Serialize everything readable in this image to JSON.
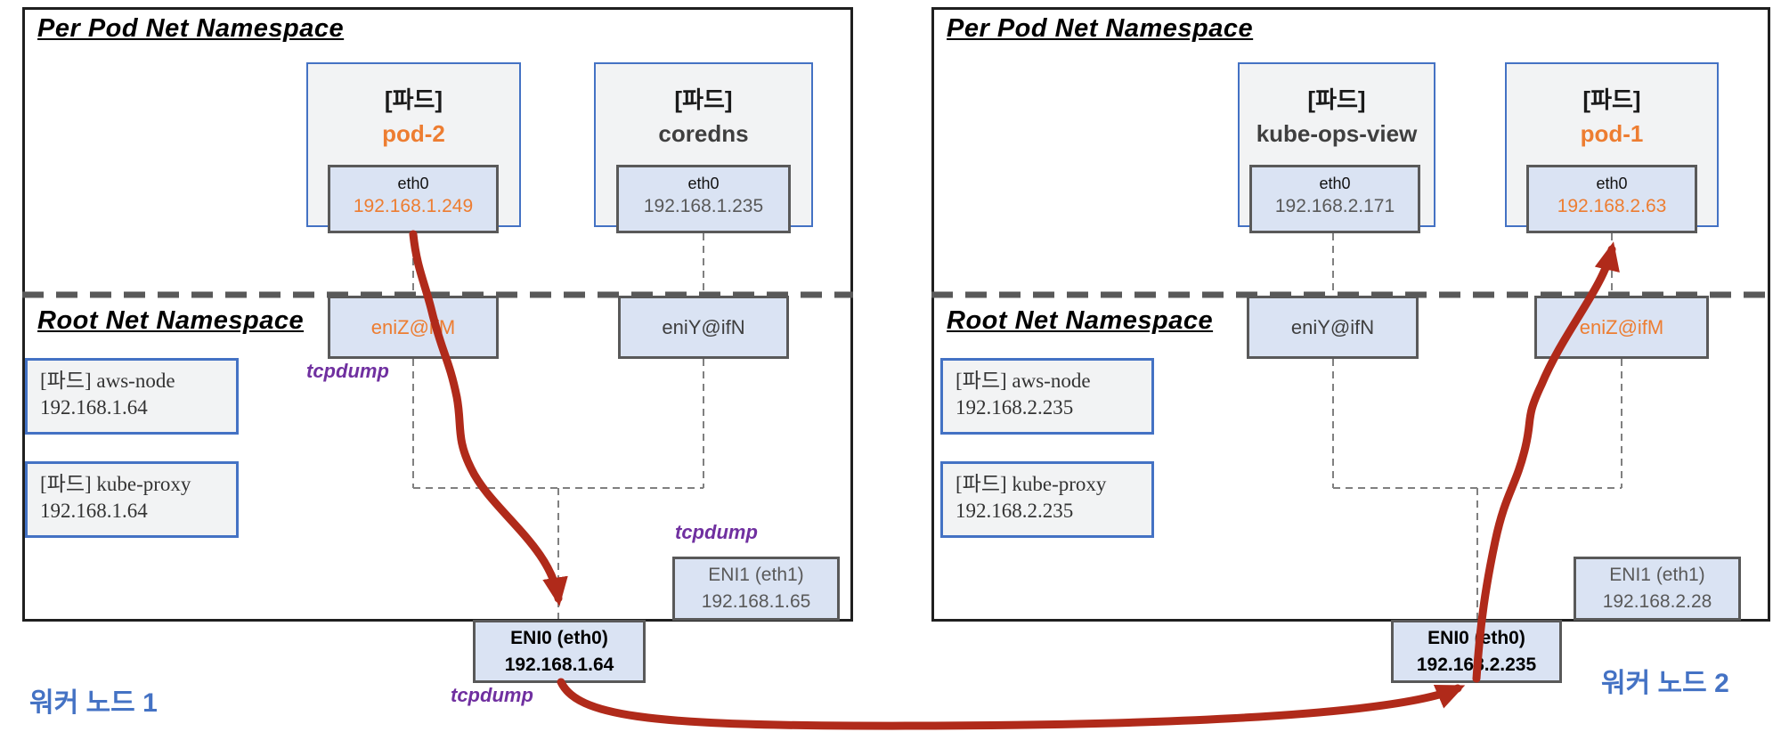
{
  "colors": {
    "accent_orange": "#ed7d31",
    "accent_blue": "#4472c4",
    "arrow_red": "#b02a1a",
    "purple": "#7030a0",
    "box_blue_fill": "#dae3f3",
    "gray_border": "#595959"
  },
  "annotations": {
    "tcpdump": "tcpdump"
  },
  "nodes": [
    {
      "ns_pod_title": "Per Pod  Net Namespace",
      "ns_root_title": "Root Net Namespace",
      "node_label": "워커 노드 1",
      "pods": [
        {
          "tag": "[파드]",
          "name": "pod-2",
          "if_label": "eth0",
          "ip": "192.168.1.249"
        },
        {
          "tag": "[파드]",
          "name": "coredns",
          "if_label": "eth0",
          "ip": "192.168.1.235"
        }
      ],
      "enis": [
        {
          "label": "eniZ@ifM"
        },
        {
          "label": "eniY@ifN"
        }
      ],
      "info_boxes": [
        {
          "line1": "[파드] aws-node",
          "line2": "192.168.1.64"
        },
        {
          "line1": "[파드] kube-proxy",
          "line2": "192.168.1.64"
        }
      ],
      "eni0": {
        "line1": "ENI0 (eth0)",
        "line2": "192.168.1.64"
      },
      "eni1": {
        "line1": "ENI1 (eth1)",
        "line2": "192.168.1.65"
      }
    },
    {
      "ns_pod_title": "Per Pod  Net Namespace",
      "ns_root_title": "Root Net Namespace",
      "node_label": "워커 노드 2",
      "pods": [
        {
          "tag": "[파드]",
          "name": "kube-ops-view",
          "if_label": "eth0",
          "ip": "192.168.2.171"
        },
        {
          "tag": "[파드]",
          "name": "pod-1",
          "if_label": "eth0",
          "ip": "192.168.2.63"
        }
      ],
      "enis": [
        {
          "label": "eniY@ifN"
        },
        {
          "label": "eniZ@ifM"
        }
      ],
      "info_boxes": [
        {
          "line1": "[파드] aws-node",
          "line2": "192.168.2.235"
        },
        {
          "line1": "[파드] kube-proxy",
          "line2": "192.168.2.235"
        }
      ],
      "eni0": {
        "line1": "ENI0 (eth0)",
        "line2": "192.168.2.235"
      },
      "eni1": {
        "line1": "ENI1 (eth1)",
        "line2": "192.168.2.28"
      }
    }
  ]
}
